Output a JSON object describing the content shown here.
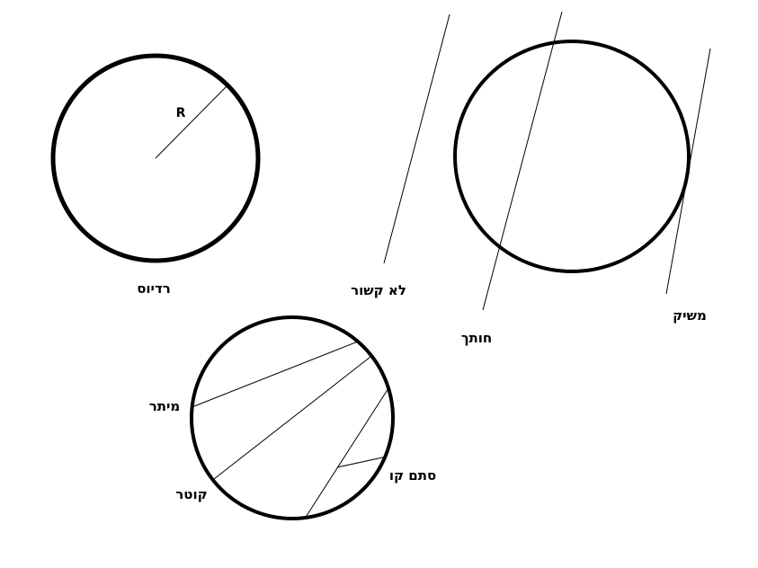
{
  "diagram": {
    "stroke_color": "#000000",
    "background": "#ffffff",
    "labels": {
      "radius_symbol": "R",
      "radius": "רדיוס",
      "not_connected": "לא קשור",
      "secant": "חותך",
      "tangent": "משיק",
      "chord": "מיתר",
      "diameter": "קוטר",
      "arbitrary_line": "סתם קו"
    }
  }
}
